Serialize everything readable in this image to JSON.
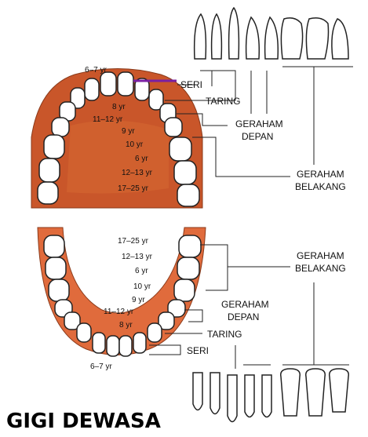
{
  "title": "GIGI DEWASA",
  "colors": {
    "palate": "#c9562a",
    "palate_dark": "#b84a22",
    "gum": "#e06b3c",
    "tooth": "#ffffff",
    "line": "#222222",
    "highlight": "#7a1fa2"
  },
  "upper": {
    "age_labels": [
      "6–7 yr",
      "8 yr",
      "11–12 yr",
      "9 yr",
      "10 yr",
      "6 yr",
      "12–13 yr",
      "17–25 yr"
    ],
    "type_labels": [
      "SERI",
      "TARING",
      "GERAHAM",
      "DEPAN",
      "GERAHAM",
      "BELAKANG"
    ]
  },
  "lower": {
    "age_labels": [
      "17–25 yr",
      "12–13 yr",
      "6 yr",
      "10 yr",
      "9 yr",
      "11–12 yr",
      "8 yr",
      "6–7 yr"
    ],
    "type_labels": [
      "GERAHAM",
      "BELAKANG",
      "GERAHAM",
      "DEPAN",
      "TARING",
      "SERI"
    ]
  },
  "icons": [
    "upper-jaw-icon",
    "lower-jaw-icon",
    "tooth-profile-icon"
  ]
}
